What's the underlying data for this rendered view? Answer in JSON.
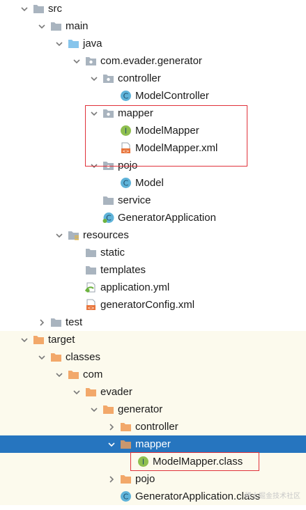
{
  "colors": {
    "selection": "#2675bf",
    "excluded_background": "#fcfaed",
    "folder_gray": "#a9b4bf",
    "folder_source": "#87c5ec",
    "folder_excluded": "#f2a86a",
    "class_icon": "#5fb3d9",
    "interface_icon": "#8fbf4f",
    "highlight_box": "#e0313a"
  },
  "tree": [
    {
      "label": "src",
      "depth": 0,
      "arrow": "down",
      "icon": "folder-icon"
    },
    {
      "label": "main",
      "depth": 1,
      "arrow": "down",
      "icon": "folder-icon"
    },
    {
      "label": "java",
      "depth": 2,
      "arrow": "down",
      "icon": "source-folder-icon"
    },
    {
      "label": "com.evader.generator",
      "depth": 3,
      "arrow": "down",
      "icon": "package-icon"
    },
    {
      "label": "controller",
      "depth": 4,
      "arrow": "down",
      "icon": "package-icon"
    },
    {
      "label": "ModelController",
      "depth": 5,
      "arrow": "none",
      "icon": "class-icon"
    },
    {
      "label": "mapper",
      "depth": 4,
      "arrow": "down",
      "icon": "package-icon"
    },
    {
      "label": "ModelMapper",
      "depth": 5,
      "arrow": "none",
      "icon": "interface-icon"
    },
    {
      "label": "ModelMapper.xml",
      "depth": 5,
      "arrow": "none",
      "icon": "xml-file-icon"
    },
    {
      "label": "pojo",
      "depth": 4,
      "arrow": "down",
      "icon": "package-icon"
    },
    {
      "label": "Model",
      "depth": 5,
      "arrow": "none",
      "icon": "class-icon"
    },
    {
      "label": "service",
      "depth": 4,
      "arrow": "none",
      "icon": "folder-icon"
    },
    {
      "label": "GeneratorApplication",
      "depth": 4,
      "arrow": "none",
      "icon": "spring-class-icon"
    },
    {
      "label": "resources",
      "depth": 2,
      "arrow": "down",
      "icon": "resources-folder-icon"
    },
    {
      "label": "static",
      "depth": 3,
      "arrow": "none",
      "icon": "folder-icon"
    },
    {
      "label": "templates",
      "depth": 3,
      "arrow": "none",
      "icon": "folder-icon"
    },
    {
      "label": "application.yml",
      "depth": 3,
      "arrow": "none",
      "icon": "yml-file-icon"
    },
    {
      "label": "generatorConfig.xml",
      "depth": 3,
      "arrow": "none",
      "icon": "xml-file-icon"
    },
    {
      "label": "test",
      "depth": 1,
      "arrow": "right",
      "icon": "folder-icon"
    },
    {
      "label": "target",
      "depth": 0,
      "arrow": "down",
      "icon": "excluded-folder-icon",
      "excluded": true
    },
    {
      "label": "classes",
      "depth": 1,
      "arrow": "down",
      "icon": "excluded-folder-icon",
      "excluded": true
    },
    {
      "label": "com",
      "depth": 2,
      "arrow": "down",
      "icon": "excluded-folder-icon",
      "excluded": true
    },
    {
      "label": "evader",
      "depth": 3,
      "arrow": "down",
      "icon": "excluded-folder-icon",
      "excluded": true
    },
    {
      "label": "generator",
      "depth": 4,
      "arrow": "down",
      "icon": "excluded-folder-icon",
      "excluded": true
    },
    {
      "label": "controller",
      "depth": 5,
      "arrow": "right",
      "icon": "excluded-folder-icon",
      "excluded": true
    },
    {
      "label": "mapper",
      "depth": 5,
      "arrow": "down",
      "icon": "excluded-folder-icon",
      "excluded": true,
      "selected": true
    },
    {
      "label": "ModelMapper.class",
      "depth": 6,
      "arrow": "none",
      "icon": "interface-icon",
      "excluded": true
    },
    {
      "label": "pojo",
      "depth": 5,
      "arrow": "right",
      "icon": "excluded-folder-icon",
      "excluded": true
    },
    {
      "label": "GeneratorApplication.class",
      "depth": 5,
      "arrow": "none",
      "icon": "class-icon",
      "excluded": true
    }
  ],
  "watermark": "稀土掘金技术社区"
}
